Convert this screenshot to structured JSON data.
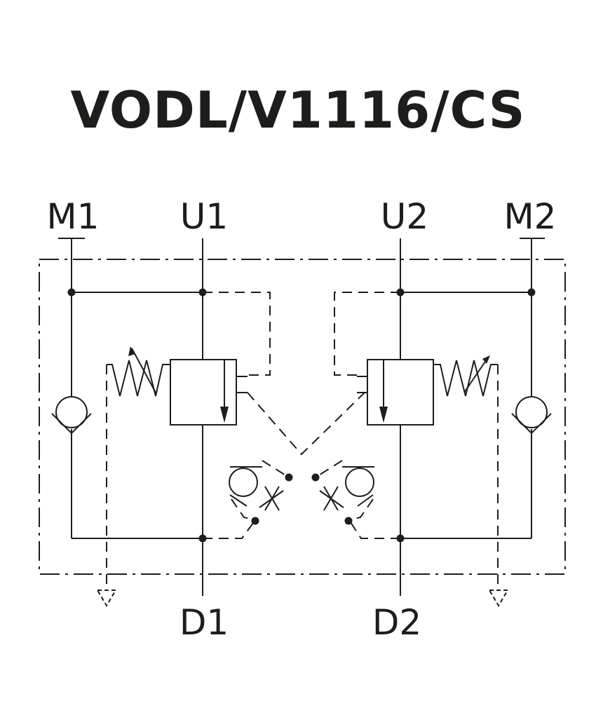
{
  "title": "VODL/V1116/CS",
  "ports": {
    "m1": "M1",
    "u1": "U1",
    "u2": "U2",
    "m2": "M2",
    "d1": "D1",
    "d2": "D2"
  },
  "colors": {
    "ink": "#1d1d1b",
    "background": "#ffffff"
  }
}
